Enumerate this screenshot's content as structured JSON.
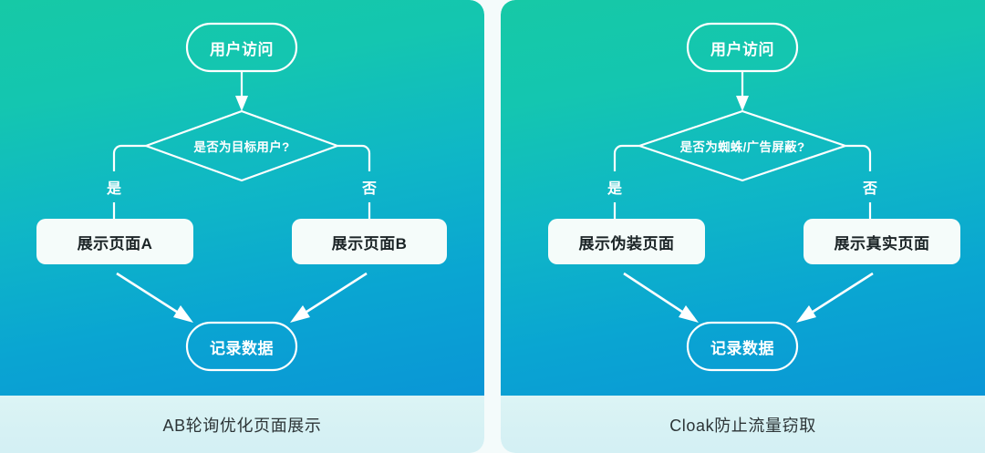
{
  "theme": {
    "gradient_top": "#16c9a6",
    "gradient_bottom": "#0a96d6",
    "stroke_white": "#ffffff",
    "node_fill_white": "#f5fcfa",
    "node_text_dark": "#1b2426",
    "footer_bg": "#d8f2f4",
    "footer_text": "#2c3436",
    "page_bg": "#f4fbfb"
  },
  "panels": [
    {
      "id": "ab-testing",
      "caption": "AB轮询优化页面展示",
      "nodes": {
        "start": "用户访问",
        "decision": "是否为目标用户?",
        "branch_yes": "是",
        "branch_no": "否",
        "yes_target": "展示页面A",
        "no_target": "展示页面B",
        "end": "记录数据"
      }
    },
    {
      "id": "cloak",
      "caption": "Cloak防止流量窃取",
      "nodes": {
        "start": "用户访问",
        "decision": "是否为蜘蛛/广告屏蔽?",
        "branch_yes": "是",
        "branch_no": "否",
        "yes_target": "展示伪装页面",
        "no_target": "展示真实页面",
        "end": "记录数据"
      }
    }
  ]
}
